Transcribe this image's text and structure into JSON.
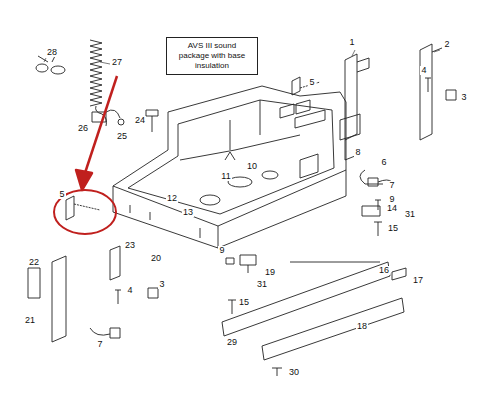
{
  "diagram": {
    "nodes": [
      {
        "text": [
          "AVS III sound package with base insulation"
        ]
      }
    ],
    "labels": [
      "28",
      "27",
      "26",
      "25",
      "24",
      "1",
      "2",
      "4",
      "3",
      "5",
      "8",
      "6",
      "7",
      "9",
      "31",
      "14",
      "15",
      "10",
      "11",
      "12",
      "13",
      "9",
      "19",
      "31",
      "16",
      "17",
      "18",
      "20",
      "22",
      "23",
      "3",
      "4",
      "21",
      "7",
      "15",
      "29",
      "30",
      "5"
    ]
  }
}
